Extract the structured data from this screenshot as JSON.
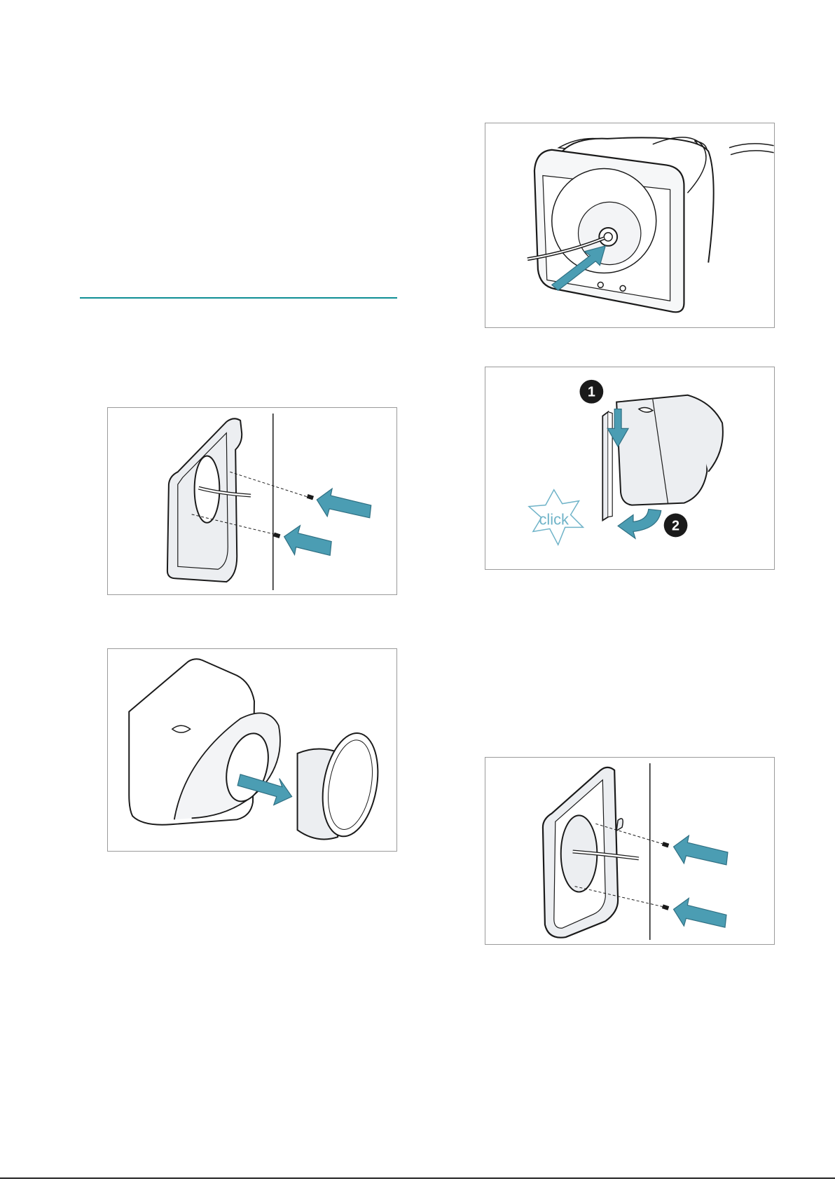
{
  "colors": {
    "accent": "#0f8f95",
    "arrow": "#4b9db3",
    "arrow_stroke": "#2f6f82",
    "line": "#1a1a1a",
    "fill_light": "#eceef1",
    "marker": "#1a1a1a",
    "click_text": "#6fb3c8"
  },
  "figures": {
    "click_step": {
      "marker_1": "1",
      "marker_2": "2",
      "click_label": "click"
    }
  }
}
